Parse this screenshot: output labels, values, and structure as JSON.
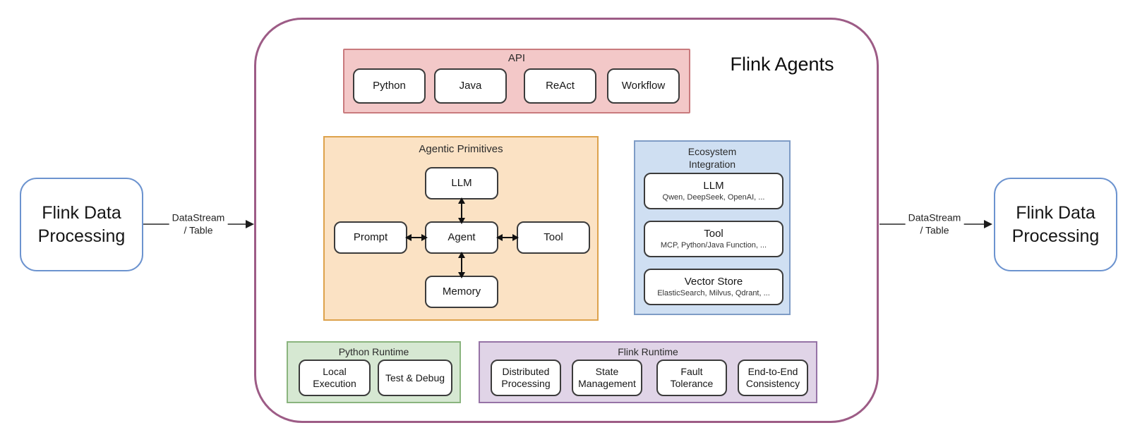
{
  "diagram_title": "Flink Agents",
  "nodes": {
    "left_label": "Flink Data\nProcessing",
    "right_label": "Flink Data\nProcessing"
  },
  "edges": {
    "left_label": "DataStream\n/ Table",
    "right_label": "DataStream\n/ Table"
  },
  "api": {
    "title": "API",
    "items": [
      "Python",
      "Java",
      "ReAct",
      "Workflow"
    ]
  },
  "agentic_primitives": {
    "title": "Agentic Primitives",
    "top": "LLM",
    "left": "Prompt",
    "center": "Agent",
    "right": "Tool",
    "bottom": "Memory"
  },
  "ecosystem_integration": {
    "title": "Ecosystem\nIntegration",
    "items": [
      {
        "name": "LLM",
        "detail": "Qwen, DeepSeek, OpenAI, ..."
      },
      {
        "name": "Tool",
        "detail": "MCP, Python/Java Function, ..."
      },
      {
        "name": "Vector Store",
        "detail": "ElasticSearch, Milvus, Qdrant, ..."
      }
    ]
  },
  "python_runtime": {
    "title": "Python Runtime",
    "items": [
      "Local\nExecution",
      "Test & Debug"
    ]
  },
  "flink_runtime": {
    "title": "Flink Runtime",
    "items": [
      "Distributed\nProcessing",
      "State\nManagement",
      "Fault\nTolerance",
      "End-to-End\nConsistency"
    ]
  },
  "colors": {
    "container_border": "#9d5c86",
    "end_node_border": "#6c93cf",
    "api_fill": "#f3c8c8",
    "api_border": "#c97a7d",
    "agentic_fill": "#fbe2c4",
    "agentic_border": "#dda24c",
    "ecosystem_fill": "#cfdff2",
    "ecosystem_border": "#7e9cc6",
    "python_runtime_fill": "#d6e8d2",
    "python_runtime_border": "#8ab47e",
    "flink_runtime_fill": "#e0d4e7",
    "flink_runtime_border": "#9673a6",
    "inner_box_border": "#3b3b3b",
    "arrow_color": "#111111"
  }
}
